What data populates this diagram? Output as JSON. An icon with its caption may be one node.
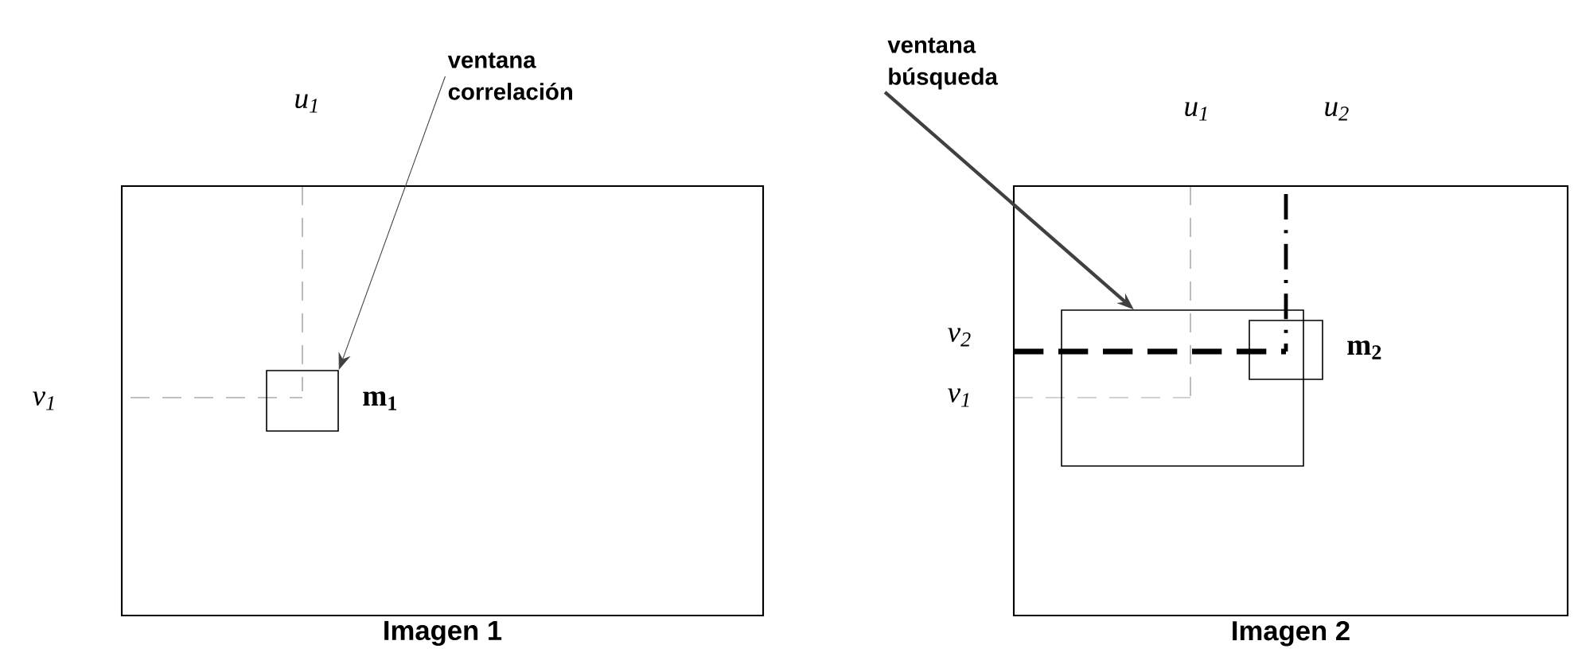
{
  "diagram": {
    "nodes": [
      {
        "text": [
          "Imagen 1"
        ]
      },
      {
        "text": [],
        "shape": "box",
        "in": 0,
        "beside": [
          "m$_{1}$"
        ]
      },
      {
        "text": [
          "ventana correlación"
        ]
      },
      {
        "text": [
          "Imagen 2"
        ]
      },
      {
        "text": [],
        "shape": "box",
        "in": 3
      },
      {
        "text": [],
        "shape": "box",
        "in": 3,
        "beside": [
          "m$_{2}$"
        ]
      },
      {
        "text": [
          "ventana búsqueda"
        ]
      }
    ],
    "edges": [
      {
        "from": 2,
        "to": 1,
        "arrow": "to"
      },
      {
        "from": 6,
        "to": 4,
        "arrow": "to",
        "style": "thick"
      }
    ],
    "labels": [
      "u$_{1}$",
      "v$_{1}$",
      "u$_{1}$",
      "u$_{2}$",
      "v$_{2}$",
      "v$_{1}$"
    ]
  }
}
